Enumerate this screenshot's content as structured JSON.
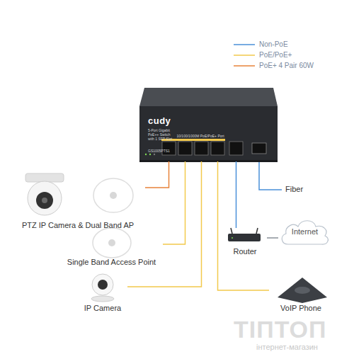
{
  "diagram": {
    "nodes": [
      {
        "text": [
          "cudy",
          "5-Port Gigabit PoE++ Switch with 1 SFP Slot",
          "GS1005PTS1",
          "10/100/1000M PoE/PoE+ Port"
        ]
      },
      {
        "text": [
          "PTZ IP Camera & Dual Band AP"
        ]
      },
      {
        "text": [
          "Single Band Access Point"
        ]
      },
      {
        "text": [
          "IP Camera"
        ]
      },
      {
        "text": [
          "Router"
        ]
      },
      {
        "text": [
          "Internet"
        ]
      },
      {
        "text": [
          "VoIP Phone"
        ]
      }
    ],
    "edges": [
      {
        "from": 0,
        "to": 1,
        "arrow": "none"
      },
      {
        "from": 0,
        "to": 2,
        "arrow": "none"
      },
      {
        "from": 0,
        "to": 3,
        "arrow": "none"
      },
      {
        "from": 0,
        "to": 6,
        "arrow": "none"
      },
      {
        "from": 0,
        "to": 4,
        "arrow": "none"
      },
      {
        "from": 4,
        "to": 5,
        "arrow": "none"
      }
    ],
    "labels": [
      "Fiber",
      "ТІПТОП",
      "інтернет-магазин"
    ],
    "legend": [
      {
        "text": "Non-PoE"
      },
      {
        "text": "PoE/PoE+"
      },
      {
        "text": "PoE+ 4 Pair 60W"
      }
    ]
  }
}
